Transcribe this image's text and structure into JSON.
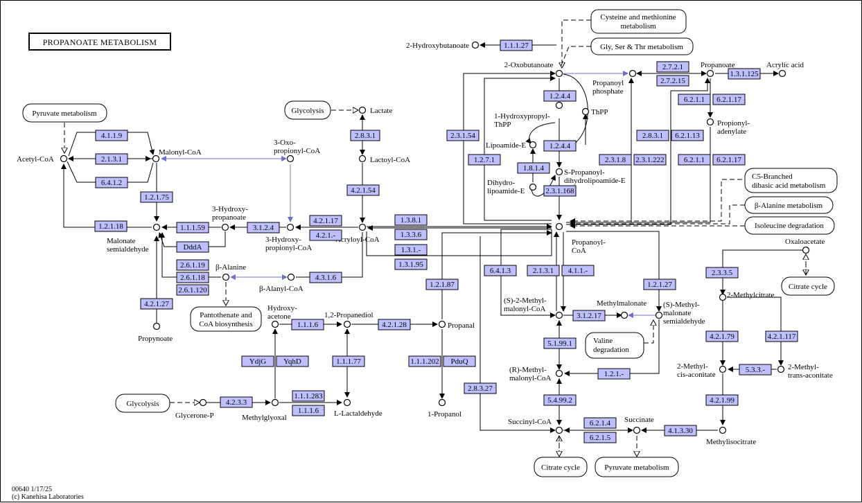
{
  "title": "PROPANOATE METABOLISM",
  "footer": {
    "line1": "00640 1/17/25",
    "line2": "(c) Kanehisa Laboratories"
  },
  "enzymes": {
    "e1_1_1_27a": "1.1.1.27",
    "e2_7_2_1": "2.7.2.1",
    "e2_7_2_15": "2.7.2.15",
    "e1_3_1_125": "1.3.1.125",
    "e1_2_4_4a": "1.2.4.4",
    "e1_2_4_4b": "1.2.4.4",
    "e1_8_1_4": "1.8.1.4",
    "e2_3_1_168": "2.3.1.168",
    "e1_2_7_1": "1.2.7.1",
    "e2_3_1_54": "2.3.1.54",
    "e2_3_1_8": "2.3.1.8",
    "e2_3_1_222": "2.3.1.222",
    "e2_8_3_1a": "2.8.3.1",
    "e6_2_1_13": "6.2.1.13",
    "e6_2_1_1a": "6.2.1.1",
    "e6_2_1_17a": "6.2.1.17",
    "e6_2_1_1b": "6.2.1.1",
    "e6_2_1_17b": "6.2.1.17",
    "e4_1_1_9": "4.1.1.9",
    "e2_1_3_1a": "2.1.3.1",
    "e6_4_1_2": "6.4.1.2",
    "e1_2_1_75": "1.2.1.75",
    "e1_2_1_18": "1.2.1.18",
    "e1_1_1_59": "1.1.1.59",
    "e_DddA": "DddA",
    "e3_1_2_4": "3.1.2.4",
    "e4_2_1_17": "4.2.1.17",
    "e4_2_1_x": "4.2.1.-",
    "e2_8_3_1b": "2.8.3.1",
    "e4_2_1_54": "4.2.1.54",
    "e1_3_8_1": "1.3.8.1",
    "e1_3_3_6": "1.3.3.6",
    "e1_3_1_x": "1.3.1.-",
    "e1_3_1_95": "1.3.1.95",
    "e2_6_1_19": "2.6.1.19",
    "e2_6_1_18": "2.6.1.18",
    "e2_6_1_120": "2.6.1.120",
    "e4_3_1_6": "4.3.1.6",
    "e4_2_1_27": "4.2.1.27",
    "e1_1_1_6a": "1.1.1.6",
    "e4_2_1_28": "4.2.1.28",
    "e1_2_1_87": "1.2.1.87",
    "e_YdjG": "YdjG",
    "e_YqhD": "YqhD",
    "e1_1_1_77": "1.1.1.77",
    "e1_1_1_202": "1.1.1.202",
    "e_PduQ": "PduQ",
    "e4_2_3_3": "4.2.3.3",
    "e1_1_1_283": "1.1.1.283",
    "e1_1_1_6b": "1.1.1.6",
    "e6_4_1_3": "6.4.1.3",
    "e2_1_3_1b": "2.1.3.1",
    "e4_1_1_x": "4.1.1.-",
    "e1_2_1_27": "1.2.1.27",
    "e3_1_2_17": "3.1.2.17",
    "e5_1_99_1": "5.1.99.1",
    "e1_2_1_x": "1.2.1.-",
    "e5_4_99_2": "5.4.99.2",
    "e2_8_3_27": "2.8.3.27",
    "e6_2_1_4": "6.2.1.4",
    "e6_2_1_5": "6.2.1.5",
    "e4_1_3_30": "4.1.3.30",
    "e2_3_3_5": "2.3.3.5",
    "e4_2_1_79": "4.2.1.79",
    "e4_2_1_117": "4.2.1.117",
    "e5_3_3_x": "5.3.3.-",
    "e4_2_1_99": "4.2.1.99"
  },
  "compounds": {
    "hydroxybutanoate": "2-Hydroxybutanoate",
    "oxobutanoate": "2-Oxobutanoate",
    "propanoyl_phosphate_1": "Propanoyl",
    "propanoyl_phosphate_2": "phosphate",
    "propanoate": "Propanoate",
    "acrylic_acid": "Acrylic acid",
    "hydroxypropyl_thpp_1": "1-Hydroxypropyl-",
    "hydroxypropyl_thpp_2": "ThPP",
    "thpp": "ThPP",
    "propionyl_adenylate_1": "Propionyl-",
    "propionyl_adenylate_2": "adenylate",
    "lipoamide_e": "Lipoamide-E",
    "dihydrolipoamide_e_1": "Dihydro-",
    "dihydrolipoamide_e_2": "lipoamide-E",
    "s_propanoyl_1": "S-Propanoyl-",
    "s_propanoyl_2": "dihydrolipoamide-E",
    "acetyl_coa": "Acetyl-CoA",
    "malonyl_coa": "Malonyl-CoA",
    "oxopropionyl_coa_1": "3-Oxo-",
    "oxopropionyl_coa_2": "propionyl-CoA",
    "lactate": "Lactate",
    "lactoyl_coa": "Lactoyl-CoA",
    "malonate_semialdehyde_1": "Malonate",
    "malonate_semialdehyde_2": "semialdehyde",
    "hydroxypropanoate_1": "3-Hydroxy-",
    "hydroxypropanoate_2": "propanoate",
    "hydroxypropionyl_coa_1": "3-Hydroxy-",
    "hydroxypropionyl_coa_2": "propionyl-CoA",
    "acryloyl_coa": "Acryloyl-CoA",
    "propanoyl_coa_1": "Propanoyl-",
    "propanoyl_coa_2": "CoA",
    "beta_alanine": "β-Alanine",
    "beta_alanyl_coa": "β-Alanyl-CoA",
    "propynoate": "Propynoate",
    "hydroxyacetone_1": "Hydroxy-",
    "hydroxyacetone_2": "acetone",
    "propanediol": "1,2-Propanediol",
    "propanal": "Propanal",
    "glycerone_p": "Glycerone-P",
    "methylglyoxal": "Methylglyoxal",
    "lactaldehyde": "L-Lactaldehyde",
    "propanol": "1-Propanol",
    "s_methylmalonyl_coa_1": "(S)-2-Methyl-",
    "s_methylmalonyl_coa_2": "malonyl-CoA",
    "methylmalonate": "Methylmalonate",
    "s_methylmalonate_sa_1": "(S)-Methyl-",
    "s_methylmalonate_sa_2": "malonate",
    "s_methylmalonate_sa_3": "semialdehyde",
    "r_methylmalonyl_coa_1": "(R)-Methyl-",
    "r_methylmalonyl_coa_2": "malonyl-CoA",
    "succinyl_coa": "Succinyl-CoA",
    "succinate": "Succinate",
    "oxaloacetate": "Oxaloacetate",
    "methylcitrate": "2-Methylcitrate",
    "methyl_cis_aconitate_1": "2-Methyl-",
    "methyl_cis_aconitate_2": "cis-aconitate",
    "methyl_trans_aconitate_1": "2-Methyl-",
    "methyl_trans_aconitate_2": "trans-aconitate",
    "methylisocitrate": "Methylisocitrate"
  },
  "maps": {
    "cys_met_1": "Cysteine and methionine",
    "cys_met_2": "metabolism",
    "gly_ser_thr": "Gly, Ser & Thr metabolism",
    "pyruvate_top": "Pyruvate metabolism",
    "glycolysis_top": "Glycolysis",
    "c5_1": "C5-Branched",
    "c5_2": "dibasic acid metabolism",
    "beta_alanine_met": "β-Alanine metabolism",
    "isoleucine_deg": "Isoleucine degradation",
    "pantothenate_1": "Pantothenate and",
    "pantothenate_2": "CoA biosynthesis",
    "glycolysis_bottom": "Glycolysis",
    "valine_1": "Valine",
    "valine_2": "degradation",
    "citrate_cycle_right": "Citrate cycle",
    "citrate_cycle_bottom": "Citrate cycle",
    "pyruvate_bottom": "Pyruvate metabolism"
  }
}
